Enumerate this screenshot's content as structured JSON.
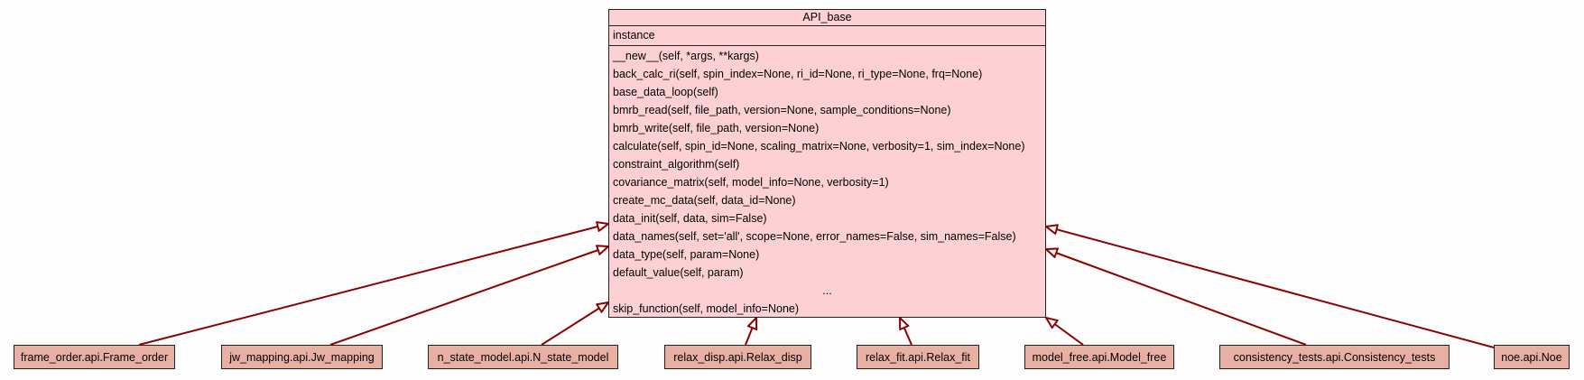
{
  "base_class": {
    "name": "API_base",
    "attributes": [
      "instance"
    ],
    "methods": [
      "__new__(self, *args, **kargs)",
      "back_calc_ri(self, spin_index=None, ri_id=None, ri_type=None, frq=None)",
      "base_data_loop(self)",
      "bmrb_read(self, file_path, version=None, sample_conditions=None)",
      "bmrb_write(self, file_path, version=None)",
      "calculate(self, spin_id=None, scaling_matrix=None, verbosity=1, sim_index=None)",
      "constraint_algorithm(self)",
      "covariance_matrix(self, model_info=None, verbosity=1)",
      "create_mc_data(self, data_id=None)",
      "data_init(self, data, sim=False)",
      "data_names(self, set='all', scope=None, error_names=False, sim_names=False)",
      "data_type(self, param=None)",
      "default_value(self, param)"
    ],
    "ellipsis": "...",
    "last_method": "skip_function(self, model_info=None)"
  },
  "subclasses": [
    "frame_order.api.Frame_order",
    "jw_mapping.api.Jw_mapping",
    "n_state_model.api.N_state_model",
    "relax_disp.api.Relax_disp",
    "relax_fit.api.Relax_fit",
    "model_free.api.Model_free",
    "consistency_tests.api.Consistency_tests",
    "noe.api.Noe"
  ],
  "colors": {
    "base_fill": "#fdd1d4",
    "subclass_fill": "#e8b0a2",
    "arrow": "#8b0000",
    "background": "#fcfdfc"
  },
  "arrow_style": "hollow-triangle inheritance"
}
